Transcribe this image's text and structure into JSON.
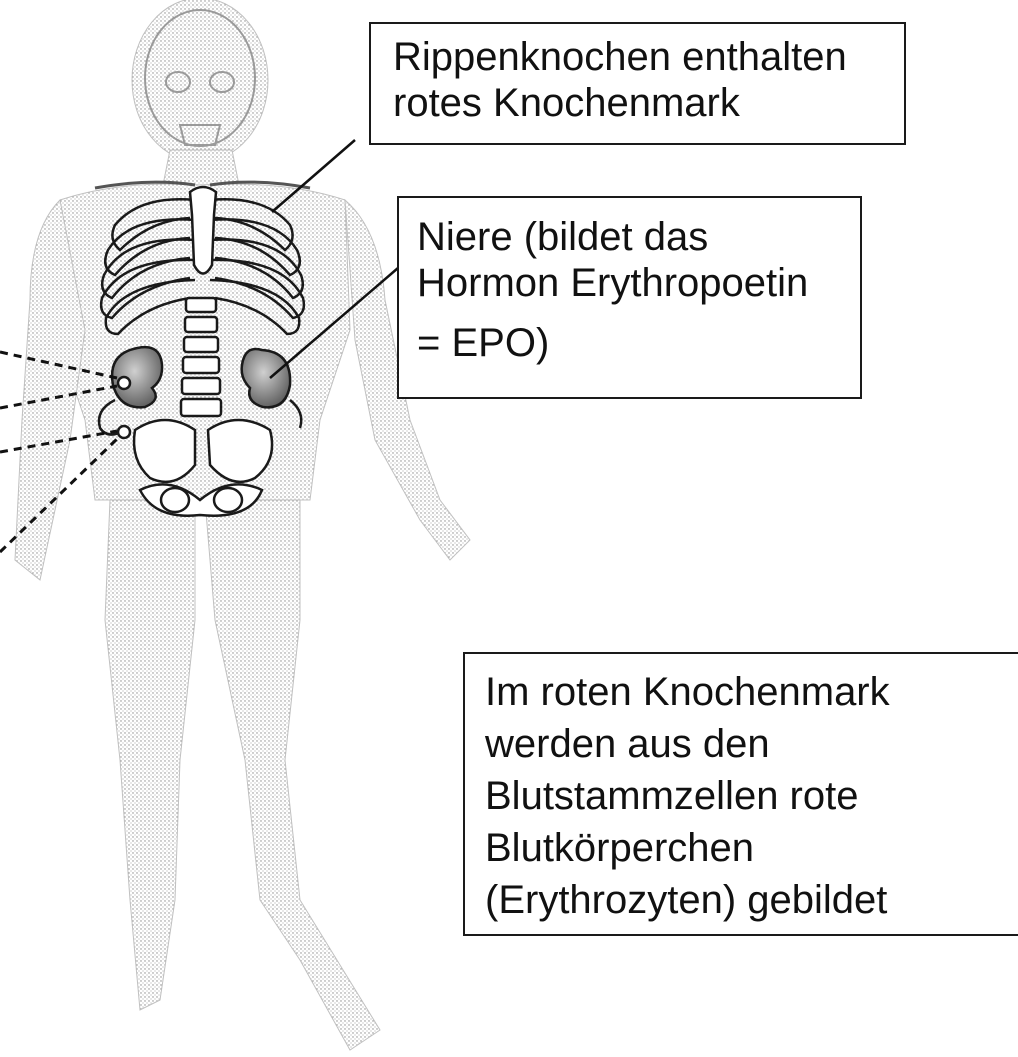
{
  "labels": {
    "ribs": [
      "Rippenknochen enthalten",
      "rotes Knochenmark"
    ],
    "kidney": [
      "Niere (bildet das",
      "Hormon Erythropoetin",
      " = EPO)"
    ],
    "marrow": [
      "Im roten Knochenmark",
      "werden aus den",
      "Blutstammzellen rote",
      "Blutkörperchen",
      "(Erythrozyten) gebildet"
    ]
  },
  "colors": {
    "body_stipple": "#9a9a9a",
    "bone_outline": "#1a1a1a",
    "kidney_fill": "#7a7a7a"
  }
}
